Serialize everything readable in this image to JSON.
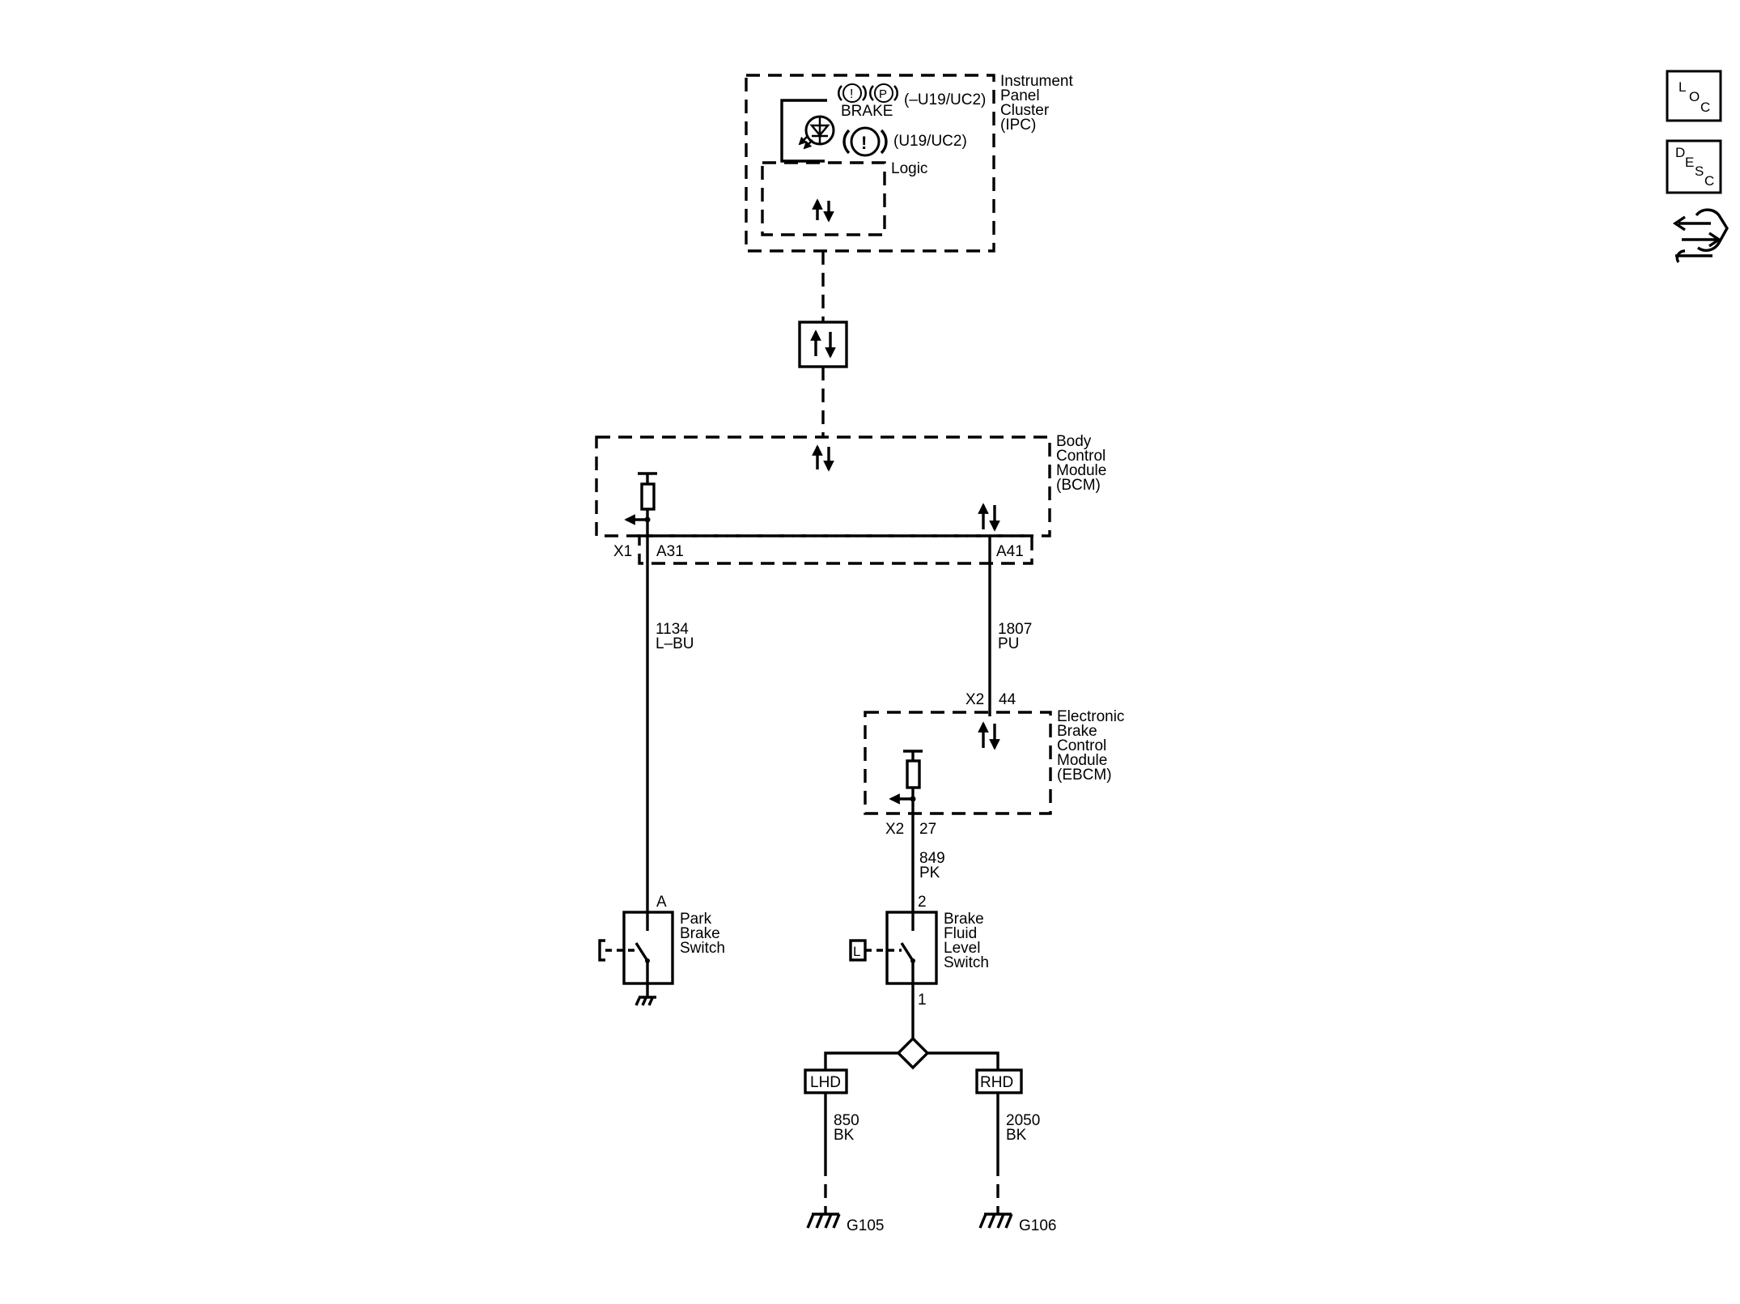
{
  "nav_icons": [
    {
      "name": "loc-icon",
      "letters": [
        "L",
        "O",
        "C"
      ]
    },
    {
      "name": "desc-icon",
      "letters": [
        "D",
        "E",
        "S",
        "C"
      ]
    },
    {
      "name": "connector-tool-icon"
    }
  ],
  "ipc": {
    "label": [
      "Instrument",
      "Panel",
      "Cluster",
      "(IPC)"
    ],
    "brake_text": "BRAKE",
    "variant_1": "(–U19/UC2)",
    "variant_2": "(U19/UC2)",
    "logic_label": "Logic"
  },
  "bcm": {
    "label": [
      "Body",
      "Control",
      "Module",
      "(BCM)"
    ],
    "connector": "X1",
    "pin_left": "A31",
    "pin_right": "A41"
  },
  "wires": {
    "w1134": {
      "circuit": "1134",
      "color": "L–BU"
    },
    "w1807": {
      "circuit": "1807",
      "color": "PU"
    },
    "w849": {
      "circuit": "849",
      "color": "PK"
    },
    "w850": {
      "circuit": "850",
      "color": "BK"
    },
    "w2050": {
      "circuit": "2050",
      "color": "BK"
    }
  },
  "ebcm": {
    "label": [
      "Electronic",
      "Brake",
      "Control",
      "Module",
      "(EBCM)"
    ],
    "conn_top": "X2",
    "pin_top": "44",
    "conn_bottom": "X2",
    "pin_bottom": "27"
  },
  "park_brake_switch": {
    "label": [
      "Park",
      "Brake",
      "Switch"
    ],
    "pin": "A"
  },
  "brake_fluid_switch": {
    "label": [
      "Brake",
      "Fluid",
      "Level",
      "Switch"
    ],
    "pin_top": "2",
    "pin_bottom": "1",
    "actuator": "L"
  },
  "options": {
    "lhd": "LHD",
    "rhd": "RHD"
  },
  "grounds": {
    "g1": "G105",
    "g2": "G106"
  }
}
